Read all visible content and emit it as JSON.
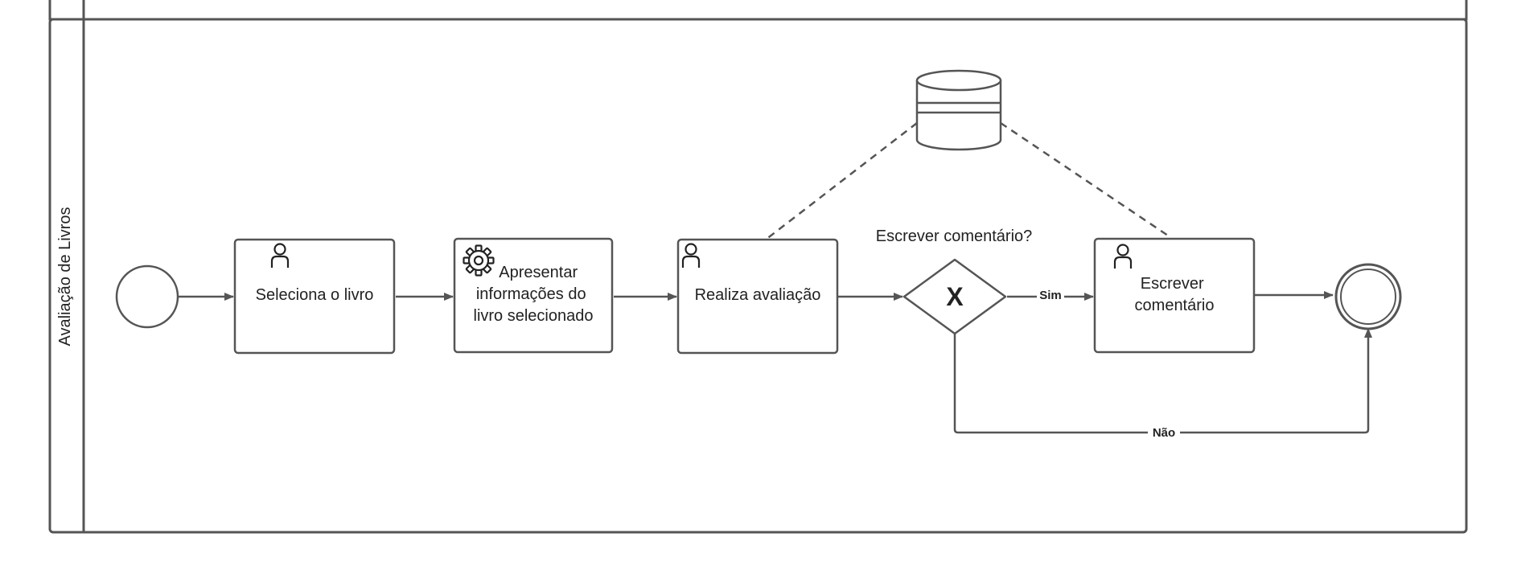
{
  "diagram": {
    "lane": {
      "label": "Avaliação de Livros"
    },
    "tasks": [
      {
        "id": "t1",
        "kind": "user",
        "icon": "user-icon",
        "lines": [
          "Seleciona o livro"
        ]
      },
      {
        "id": "t2",
        "kind": "service",
        "icon": "gear-icon",
        "lines": [
          "Apresentar",
          "informações do",
          "livro selecionado"
        ]
      },
      {
        "id": "t3",
        "kind": "user",
        "icon": "user-icon",
        "lines": [
          "Realiza avaliação"
        ]
      },
      {
        "id": "t4",
        "kind": "user",
        "icon": "user-icon",
        "lines": [
          "Escrever",
          "comentário"
        ]
      }
    ],
    "gateway": {
      "type": "exclusive",
      "symbol": "X",
      "label": "Escrever comentário?"
    },
    "data_store": {
      "icon": "database-icon"
    },
    "flows": [
      {
        "from": "start",
        "to": "t1",
        "label": ""
      },
      {
        "from": "t1",
        "to": "t2",
        "label": ""
      },
      {
        "from": "t2",
        "to": "t3",
        "label": ""
      },
      {
        "from": "t3",
        "to": "gateway",
        "label": ""
      },
      {
        "from": "gateway",
        "to": "t4",
        "label": "Sim"
      },
      {
        "from": "t4",
        "to": "end",
        "label": ""
      },
      {
        "from": "gateway",
        "to": "end",
        "label": "Não"
      }
    ],
    "colors": {
      "stroke": "#555555",
      "fill": "#ffffff",
      "text": "#222222"
    }
  }
}
